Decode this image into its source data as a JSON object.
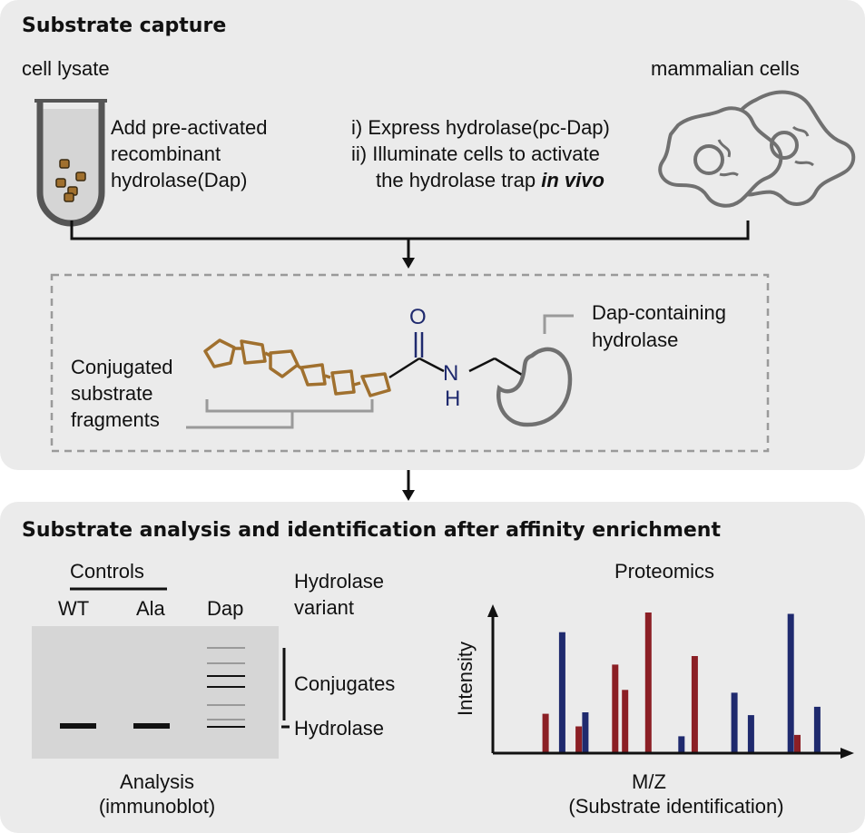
{
  "capture": {
    "title": "Substrate capture",
    "lysate_label": "cell lysate",
    "cells_label": "mammalian cells",
    "lysate_steps": [
      "Add pre-activated",
      "recombinant",
      "hydrolase(Dap)"
    ],
    "cell_step_1": "i) Express hydrolase(pc-Dap)",
    "cell_step_2": "ii) Illuminate cells to activate",
    "cell_step_3_plain": "the hydrolase trap ",
    "cell_step_3_emph": "in vivo"
  },
  "conjugate": {
    "substrate_label": [
      "Conjugated",
      "substrate",
      "fragments"
    ],
    "hydrolase_label": [
      "Dap-containing",
      "hydrolase"
    ],
    "atom_o": "O",
    "atom_n": "N",
    "atom_h": "H"
  },
  "analysis": {
    "title": "Substrate analysis and identification after affinity enrichment",
    "controls_label": "Controls",
    "lanes": [
      "WT",
      "Ala",
      "Dap"
    ],
    "variant_label": [
      "Hydrolase",
      "variant"
    ],
    "conjugates_label": "Conjugates",
    "hydrolase_band_label": "Hydrolase",
    "blot_caption": [
      "Analysis",
      "(immunoblot)"
    ],
    "proteomics_title": "Proteomics",
    "y_axis": "Intensity",
    "x_axis": "M/Z",
    "x_caption": "(Substrate identification)"
  },
  "colors": {
    "panel": "#ebebeb",
    "navy": "#1f2a6e",
    "red": "#8b1f25",
    "brown": "#a0702e",
    "gray": "#8a8a8a"
  },
  "chart_data": {
    "type": "bar",
    "xlabel": "M/Z",
    "ylabel": "Intensity",
    "series": [
      {
        "color": "#1f2a6e",
        "x": [
          0.19,
          0.26,
          0.55,
          0.71,
          0.76,
          0.88,
          0.96
        ],
        "values": [
          0.86,
          0.29,
          0.12,
          0.43,
          0.27,
          0.99,
          0.33
        ]
      },
      {
        "color": "#8b1f25",
        "x": [
          0.14,
          0.24,
          0.35,
          0.38,
          0.45,
          0.59,
          0.9
        ],
        "values": [
          0.28,
          0.19,
          0.63,
          0.45,
          1.0,
          0.69,
          0.13
        ]
      }
    ]
  }
}
